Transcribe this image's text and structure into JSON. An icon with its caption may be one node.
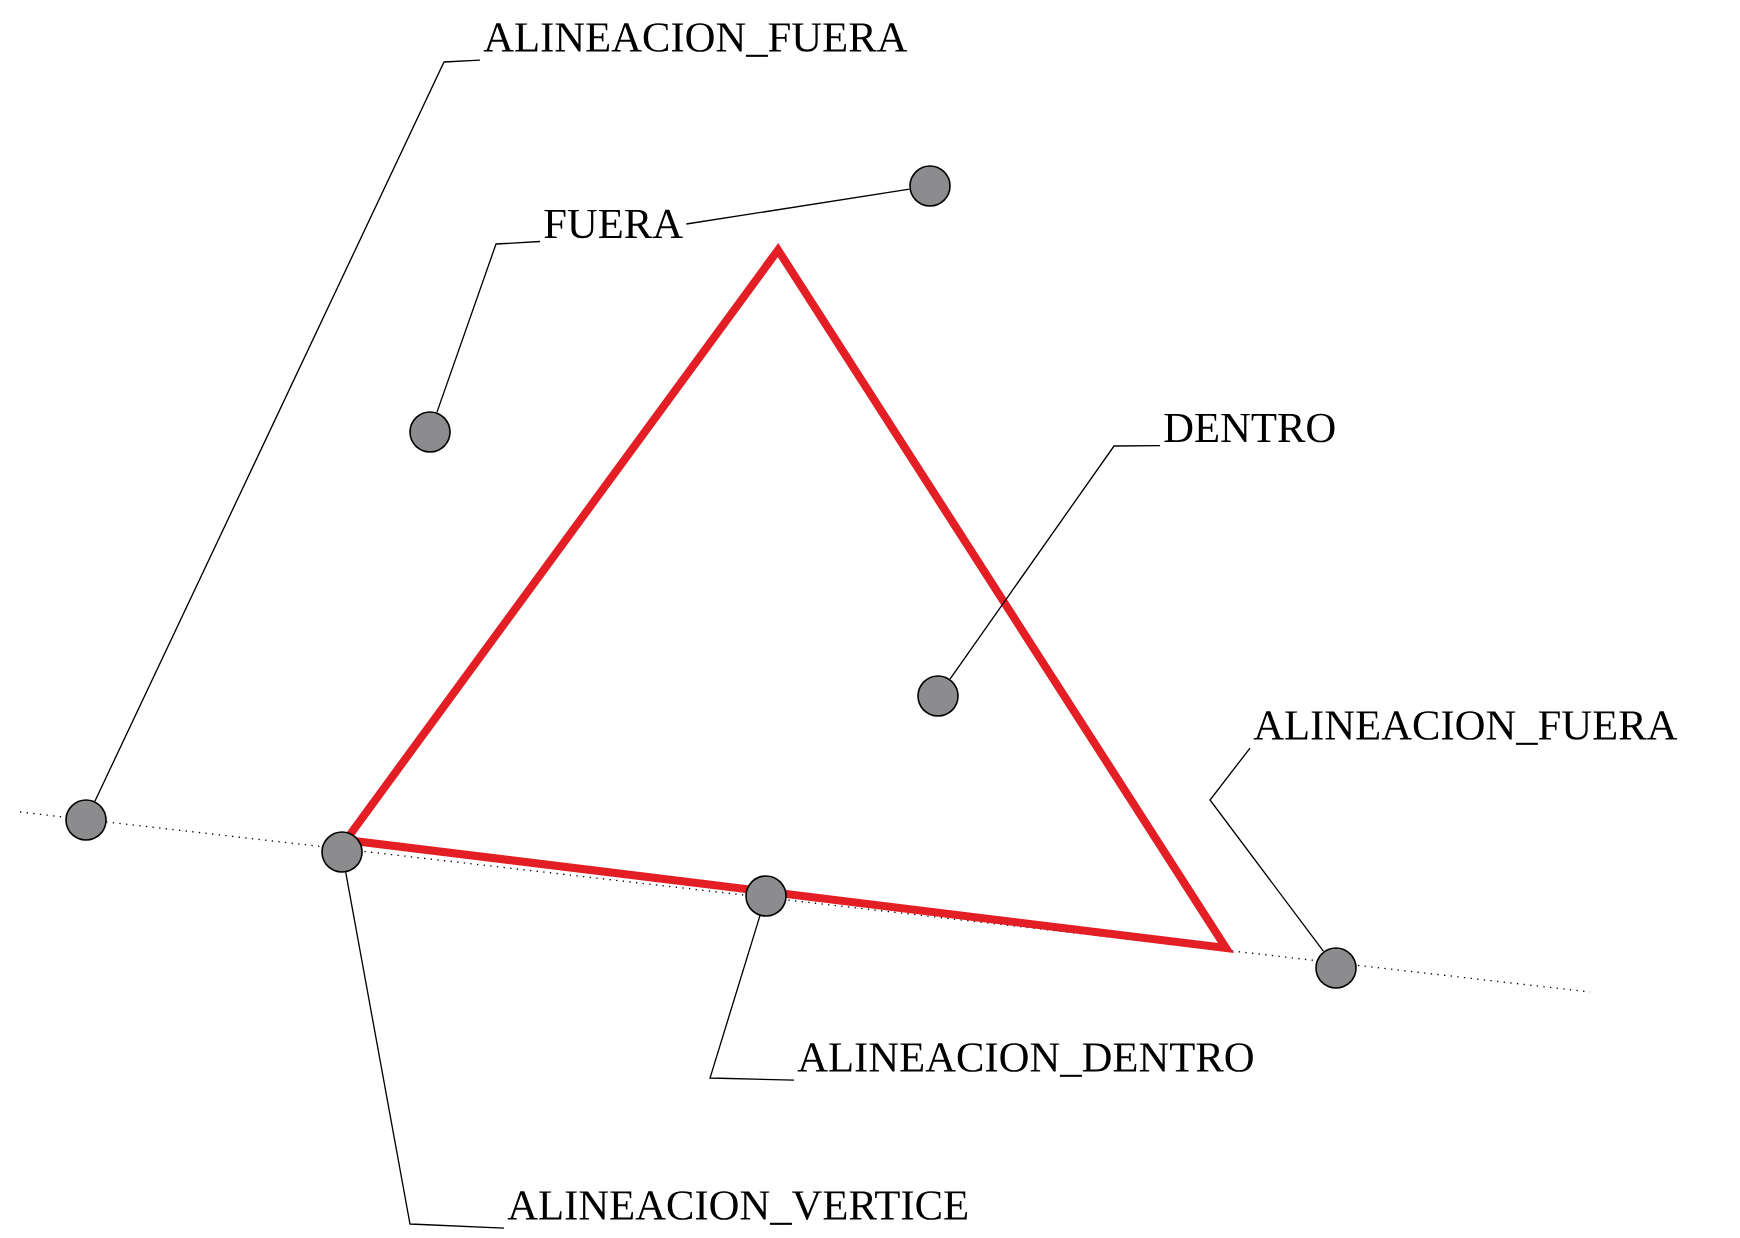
{
  "diagram": {
    "nodes": [
      {
        "text": [
          "ALINEACION_FUERA"
        ]
      },
      {
        "text": [],
        "shape": "circle"
      },
      {
        "text": [
          "FUERA"
        ]
      },
      {
        "text": [],
        "shape": "circle"
      },
      {
        "text": [
          "DENTRO"
        ]
      },
      {
        "text": [],
        "shape": "circle"
      },
      {
        "text": [
          "ALINEACION_FUERA"
        ]
      },
      {
        "text": [],
        "shape": "circle"
      },
      {
        "text": [],
        "shape": "circle"
      },
      {
        "text": [],
        "shape": "circle"
      },
      {
        "text": [],
        "shape": "circle"
      },
      {
        "text": [
          "ALINEACION_DENTRO"
        ]
      },
      {
        "text": [
          "ALINEACION_VERTICE"
        ]
      }
    ],
    "edges": [
      {
        "from": 0,
        "to": 7,
        "arrow": "none"
      },
      {
        "from": 2,
        "to": 3,
        "arrow": "none"
      },
      {
        "from": 2,
        "to": 1,
        "arrow": "none"
      },
      {
        "from": 4,
        "to": 5,
        "arrow": "none"
      },
      {
        "from": 6,
        "to": 10,
        "arrow": "none"
      },
      {
        "from": 11,
        "to": 9,
        "arrow": "none"
      },
      {
        "from": 12,
        "to": 8,
        "arrow": "none"
      }
    ]
  }
}
